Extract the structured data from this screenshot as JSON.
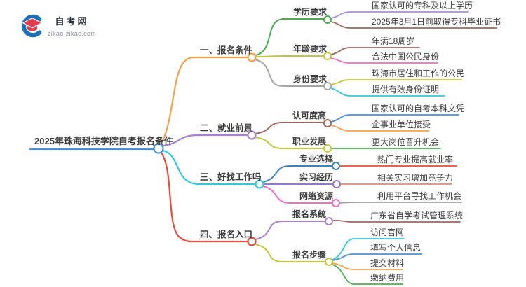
{
  "logo": {
    "title": "自考网",
    "domain": "zikao-zikao.com",
    "icon": "graduation-cap-logo-icon",
    "colors": {
      "crescent": "#1d6fb8",
      "cap": "#e33b4e"
    }
  },
  "root": {
    "label": "2025年珠海科技学院自考报名条件",
    "color": "#4a90d9"
  },
  "branches": [
    {
      "label": "一、报名条件",
      "color": "#f7a04b",
      "children": [
        {
          "label": "学历要求",
          "color": "#4cae51",
          "children": [
            {
              "label": "国家认可的专科及以上学历",
              "color": "#a98fd0"
            },
            {
              "label": "2025年3月1日前取得专科毕业证书",
              "color": "#a1675c"
            }
          ]
        },
        {
          "label": "年龄要求",
          "color": "#c3c73e",
          "children": [
            {
              "label": "年满18周岁",
              "color": "#a1675c"
            },
            {
              "label": "合法中国公民身份",
              "color": "#ef6fc1"
            }
          ]
        },
        {
          "label": "身份要求",
          "color": "#a6a6a6",
          "children": [
            {
              "label": "珠海市居住和工作的公民",
              "color": "#c3c73e"
            },
            {
              "label": "提供有效身份证明",
              "color": "#35c6e0"
            }
          ]
        }
      ]
    },
    {
      "label": "二、就业前景",
      "color": "#aa80d6",
      "children": [
        {
          "label": "认可度高",
          "color": "#a1675c",
          "children": [
            {
              "label": "国家认可的自考本科文凭",
              "color": "#4a90d9"
            },
            {
              "label": "企事业单位接受",
              "color": "#f7a04b"
            }
          ]
        },
        {
          "label": "职业发展",
          "color": "#c3c73e",
          "children": [
            {
              "label": "更大岗位晋升机会",
              "color": "#4cae51"
            }
          ]
        }
      ]
    },
    {
      "label": "三、好找工作吗",
      "color": "#35c6e0",
      "children": [
        {
          "label": "专业选择",
          "color": "#3b82c4",
          "children": [
            {
              "label": "热门专业提高就业率",
              "color": "#e74c3c"
            }
          ]
        },
        {
          "label": "实习经历",
          "color": "#9575cd",
          "children": [
            {
              "label": "相关实习增加竞争力",
              "color": "#dd8c7f"
            }
          ]
        },
        {
          "label": "网络资源",
          "color": "#ef6fc1",
          "children": [
            {
              "label": "利用平台寻找工作机会",
              "color": "#9e9e9e"
            }
          ]
        }
      ]
    },
    {
      "label": "四、报名入口",
      "color": "#e74c3c",
      "children": [
        {
          "label": "报名系统",
          "color": "#aa80d6",
          "children": [
            {
              "label": "广东省自学考试管理系统",
              "color": "#a1675c"
            }
          ]
        },
        {
          "label": "报名步骤",
          "color": "#c3c73e",
          "children": [
            {
              "label": "访问官网",
              "color": "#35c6e0"
            },
            {
              "label": "填写个人信息",
              "color": "#4a90d9"
            },
            {
              "label": "提交材料",
              "color": "#f7a04b"
            },
            {
              "label": "缴纳费用",
              "color": "#4cae51"
            }
          ]
        }
      ]
    }
  ]
}
